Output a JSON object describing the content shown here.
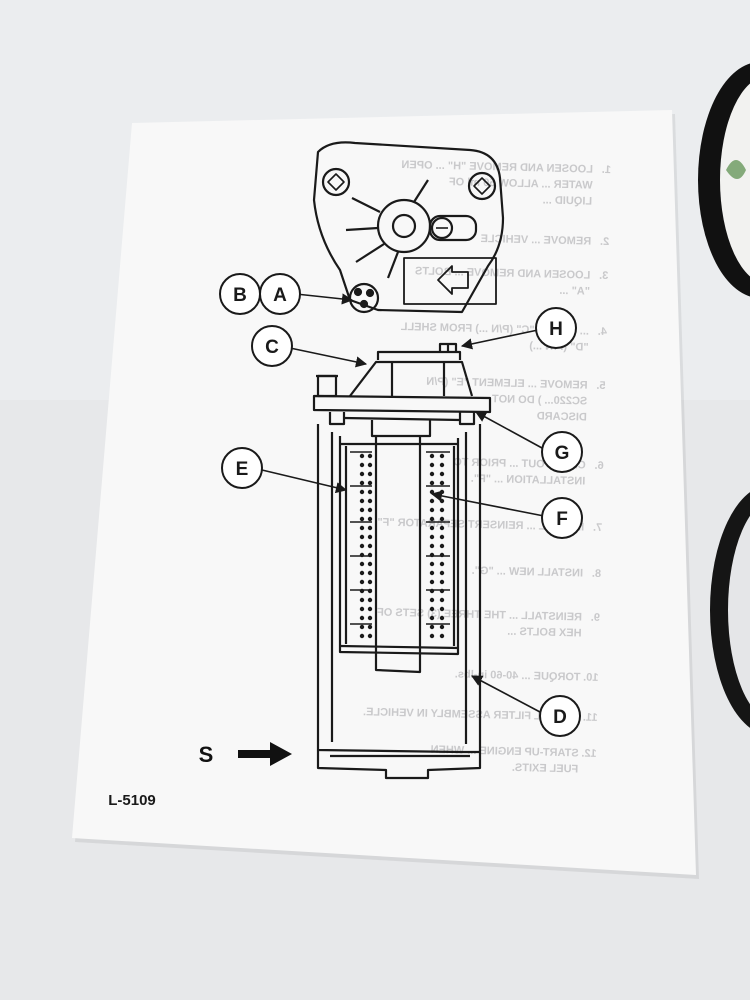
{
  "document": {
    "code": "L-5109"
  },
  "callouts": {
    "A": "A",
    "B": "B",
    "C": "C",
    "D": "D",
    "E": "E",
    "F": "F",
    "G": "G",
    "H": "H",
    "S": "S"
  },
  "bleed_through": [
    {
      "num": "1.",
      "lines": [
        "LOOSEN AND REMOVE \"H\" ... OPEN",
        "WATER ... ALLOW 50 ml OF",
        "LIQUID ..."
      ]
    },
    {
      "num": "2.",
      "lines": [
        "REMOVE ... VEHICLE"
      ]
    },
    {
      "num": "3.",
      "lines": [
        "LOOSEN AND REMOVE ... BOLTS",
        "\"A\" ..."
      ]
    },
    {
      "num": "4.",
      "lines": [
        "... COVER \"C\" (P/N ...) FROM SHELL",
        "\"D\" (P/N ...)"
      ]
    },
    {
      "num": "5.",
      "lines": [
        "REMOVE ... ELEMENT \"E\" (P/N",
        "SC220... ) DO NOT",
        "DISCARD"
      ]
    },
    {
      "num": "6.",
      "lines": [
        "CLEAN OUT ... PRIOR TO",
        "INSTALLATION ... \"F\"."
      ]
    },
    {
      "num": "7.",
      "lines": [
        "INSTALL ... REINSERT SEPARATOR \"F\""
      ]
    },
    {
      "num": "8.",
      "lines": [
        "INSTALL NEW ... \"G\"."
      ]
    },
    {
      "num": "9.",
      "lines": [
        "REINSTALL ... THE THREE (3) SETS OF",
        "HEX BOLTS ..."
      ]
    },
    {
      "num": "10.",
      "lines": [
        "TORQUE ... 40-60 in-lbs."
      ]
    },
    {
      "num": "11.",
      "lines": [
        "INSTALL FILTER ASSEMBLY IN VEHICLE."
      ]
    },
    {
      "num": "12.",
      "lines": [
        "START-UP ENGINE ... WHEN",
        "FUEL EXITS."
      ]
    }
  ],
  "colors": {
    "background": "#e9eaec",
    "paper": "#f8f8f8",
    "ink": "#1a1a1a",
    "bleed": "#c9c9cb"
  }
}
